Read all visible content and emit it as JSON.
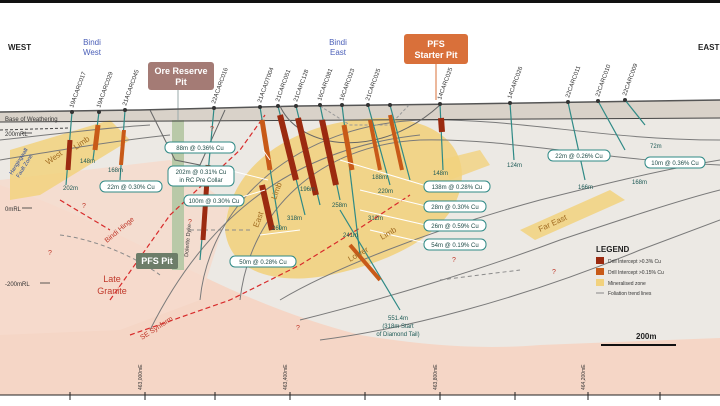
{
  "directions": {
    "west": "WEST",
    "east": "EAST"
  },
  "pits": {
    "bindi_west": [
      "Bindi",
      "West"
    ],
    "bindi_east": [
      "Bindi",
      "East"
    ],
    "ore_reserve": [
      "Ore Reserve",
      "Pit"
    ],
    "pfs_starter": [
      "PFS",
      "Starter Pit"
    ],
    "pfs_pit": "PFS Pit"
  },
  "levels": {
    "base_weathering": "Base of Weathering",
    "rl200": "200mRL",
    "rl0": "0mRL",
    "rlneg200": "-200mRL"
  },
  "holes": [
    "19ACARC017",
    "19ACARC029",
    "21ACARC045",
    "22ACARC016",
    "21ACADT004",
    "21CARC051",
    "21CARC128",
    "16CARC081",
    "16CARC023",
    "21CARC025",
    "14CARC025",
    "14CARC026",
    "22CARC011",
    "22CARC010",
    "22CARC009"
  ],
  "intercepts": [
    "88m @ 0.36% Cu",
    "202m @ 0.31% Cu",
    "in RC Pre Collar",
    "22m @ 0.30% Cu",
    "100m @ 0.30% Cu",
    "50m @ 0.28% Cu",
    "22m @ 0.26% Cu",
    "10m @ 0.36% Cu",
    "138m @ 0.28% Cu",
    "28m @ 0.30% Cu",
    "26m @ 0.59% Cu",
    "54m @ 0.19% Cu"
  ],
  "depths": [
    "202m",
    "148m",
    "168m",
    "196m",
    "318m",
    "260m",
    "258m",
    "188m",
    "220m",
    "312m",
    "241m",
    "148m",
    "124m",
    "72m",
    "166m",
    "168m"
  ],
  "units": {
    "hanging_wall": [
      "Hangingwall",
      "Fault Zone"
    ],
    "west_limb": "West",
    "limb": "Limb",
    "east": "East",
    "limb2": "Limb",
    "lower": "Lower",
    "limb3": "Limb",
    "far_east": "Far East",
    "bindi_hinge": "Bindi Hinge",
    "dolerite_dyke": "Dolerite Dyke",
    "late_granite": [
      "Late",
      "Granite"
    ],
    "se_synform": "SE Synform"
  },
  "diamond_tail": [
    "551.4m",
    "(318m Start",
    "of Diamond Tail)"
  ],
  "legend": {
    "title": "LEGEND",
    "items": [
      {
        "label": "Drill Intercept >0.3% Cu",
        "color": "#9b2a10"
      },
      {
        "label": "Drill Intercept >0.15% Cu",
        "color": "#c85a18"
      },
      {
        "label": "Mineralised zone",
        "color": "#f2d27e"
      },
      {
        "label": "Foliation trend lines",
        "color": "#888888"
      }
    ]
  },
  "scale_bar": "200m",
  "eastings": [
    "463,000mE",
    "463,400mE",
    "463,800mE",
    "464,200mE"
  ],
  "question_mark": "?"
}
